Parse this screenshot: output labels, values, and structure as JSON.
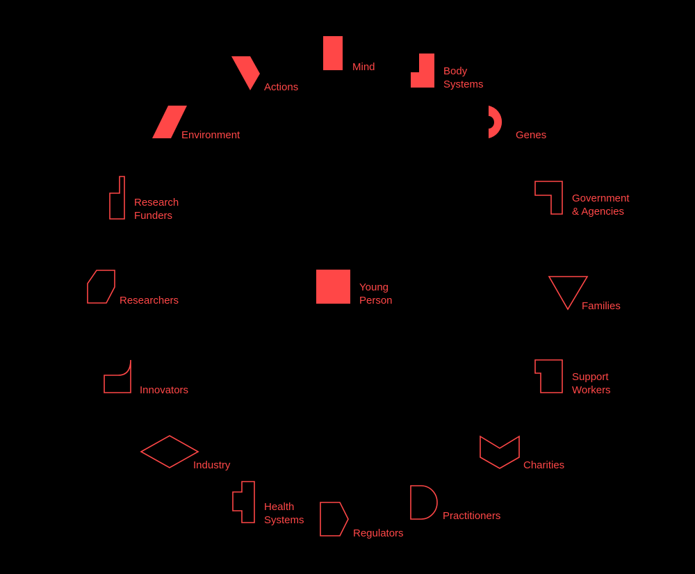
{
  "colors": {
    "background": "#000000",
    "accent": "#ff4747"
  },
  "center": {
    "icon": "filled-square-icon",
    "lines": [
      "Young",
      "Person"
    ]
  },
  "nodes": [
    {
      "key": "mind",
      "icon": "filled-tall-rectangle-icon",
      "lines": [
        "Mind"
      ]
    },
    {
      "key": "body-systems",
      "icon": "filled-step-block-icon",
      "lines": [
        "Body",
        "Systems"
      ]
    },
    {
      "key": "genes",
      "icon": "filled-d-notch-icon",
      "lines": [
        "Genes"
      ]
    },
    {
      "key": "government-agencies",
      "icon": "outline-corner-bracket-icon",
      "lines": [
        "Government",
        "& Agencies"
      ]
    },
    {
      "key": "families",
      "icon": "outline-down-triangle-icon",
      "lines": [
        "Families"
      ]
    },
    {
      "key": "support-workers",
      "icon": "outline-notched-block-icon",
      "lines": [
        "Support",
        "Workers"
      ]
    },
    {
      "key": "charities",
      "icon": "outline-chevron-pentagon-icon",
      "lines": [
        "Charities"
      ]
    },
    {
      "key": "practitioners",
      "icon": "outline-d-shape-icon",
      "lines": [
        "Practitioners"
      ]
    },
    {
      "key": "regulators",
      "icon": "outline-arrow-pentagon-icon",
      "lines": [
        "Regulators"
      ]
    },
    {
      "key": "health-systems",
      "icon": "outline-stepped-column-icon",
      "lines": [
        "Health",
        "Systems"
      ]
    },
    {
      "key": "industry",
      "icon": "outline-diamond-icon",
      "lines": [
        "Industry"
      ]
    },
    {
      "key": "innovators",
      "icon": "outline-curved-corner-icon",
      "lines": [
        "Innovators"
      ]
    },
    {
      "key": "researchers",
      "icon": "outline-cut-corner-icon",
      "lines": [
        "Researchers"
      ]
    },
    {
      "key": "research-funders",
      "icon": "outline-tall-step-icon",
      "lines": [
        "Research",
        "Funders"
      ]
    },
    {
      "key": "environment",
      "icon": "filled-parallelogram-icon",
      "lines": [
        "Environment"
      ]
    },
    {
      "key": "actions",
      "icon": "filled-slanted-wedge-icon",
      "lines": [
        "Actions"
      ]
    }
  ]
}
